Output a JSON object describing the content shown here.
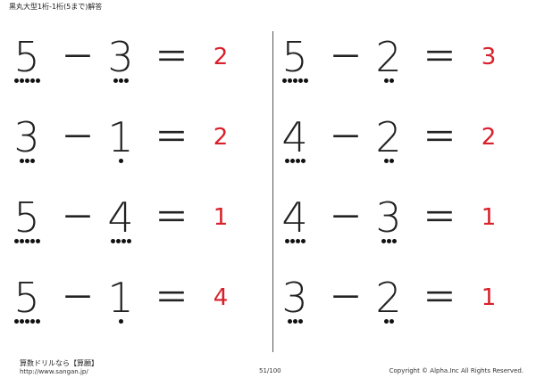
{
  "header": {
    "title": "黒丸大型1桁-1桁(5まで)解答"
  },
  "columns": [
    {
      "problems": [
        {
          "a": "5",
          "op": "－",
          "b": "3",
          "eq": "＝",
          "answer": "2",
          "a_dots": 5,
          "b_dots": 3
        },
        {
          "a": "3",
          "op": "－",
          "b": "1",
          "eq": "＝",
          "answer": "2",
          "a_dots": 3,
          "b_dots": 1
        },
        {
          "a": "5",
          "op": "－",
          "b": "4",
          "eq": "＝",
          "answer": "1",
          "a_dots": 5,
          "b_dots": 4
        },
        {
          "a": "5",
          "op": "－",
          "b": "1",
          "eq": "＝",
          "answer": "4",
          "a_dots": 5,
          "b_dots": 1
        }
      ]
    },
    {
      "problems": [
        {
          "a": "5",
          "op": "－",
          "b": "2",
          "eq": "＝",
          "answer": "3",
          "a_dots": 5,
          "b_dots": 2
        },
        {
          "a": "4",
          "op": "－",
          "b": "2",
          "eq": "＝",
          "answer": "2",
          "a_dots": 4,
          "b_dots": 2
        },
        {
          "a": "4",
          "op": "－",
          "b": "3",
          "eq": "＝",
          "answer": "1",
          "a_dots": 4,
          "b_dots": 3
        },
        {
          "a": "3",
          "op": "－",
          "b": "2",
          "eq": "＝",
          "answer": "1",
          "a_dots": 3,
          "b_dots": 2
        }
      ]
    }
  ],
  "footer": {
    "brand": "算数ドリルなら【算願】",
    "url": "http://www.sangan.jp/",
    "page": "51/100",
    "copyright": "Copyright © Alpha.Inc All Rights Reserved."
  },
  "colors": {
    "answer": "#d81f2a",
    "text": "#222222"
  }
}
